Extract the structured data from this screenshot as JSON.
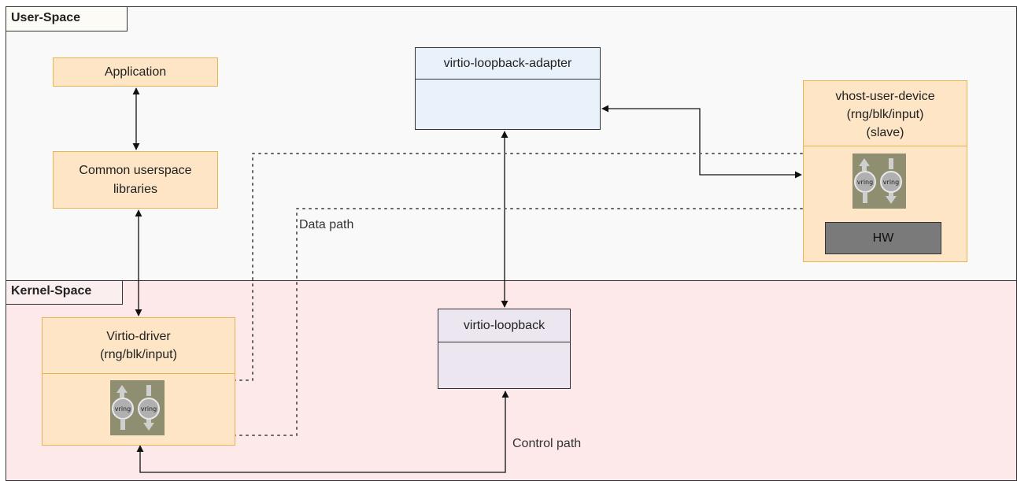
{
  "regions": {
    "user_space": "User-Space",
    "kernel_space": "Kernel-Space"
  },
  "nodes": {
    "application": "Application",
    "common_libraries": "Common userspace libraries",
    "adapter": "virtio-loopback-adapter",
    "vhost_device": {
      "line1": "vhost-user-device",
      "line2": "(rng/blk/input)",
      "line3": "(slave)"
    },
    "hw": "HW",
    "virtio_loopback": "virtio-loopback",
    "virtio_driver": {
      "line1": "Virtio-driver",
      "line2": "(rng/blk/input)"
    }
  },
  "vring_labels": {
    "left": "vring",
    "right": "vring"
  },
  "edges": {
    "data_path": "Data path",
    "control_path": "Control path"
  },
  "colors": {
    "user_space_bg": "#f9f9f9",
    "kernel_space_bg": "#fde9e9",
    "component_fill": "#fde5c6",
    "component_border": "#e8b450",
    "adapter_fill": "#e9f1fb",
    "loopback_fill": "#ebe6ef",
    "hw_fill": "#7a7a7a"
  }
}
